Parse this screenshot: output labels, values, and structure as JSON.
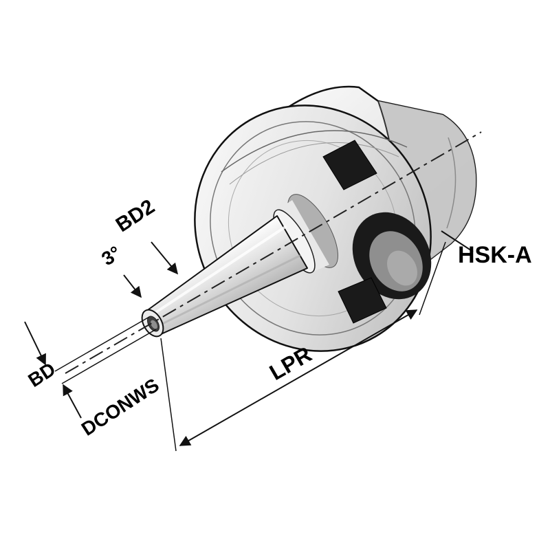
{
  "diagram": {
    "labels": {
      "bd2": "BD2",
      "taper_angle": "3°",
      "bd": "BD",
      "dconws": "DCONWS",
      "lpr": "LPR",
      "interface": "HSK-A"
    },
    "colors": {
      "background": "#ffffff",
      "line": "#111111",
      "body_light": "#fafafa",
      "body_mid": "#e3e3e3",
      "body_dark": "#b9b9b9",
      "flange_shade": "#c6c6c6",
      "slot_dark": "#1a1a1a",
      "bore_gray": "#8f8f8f",
      "highlight": "#ffffff"
    }
  }
}
